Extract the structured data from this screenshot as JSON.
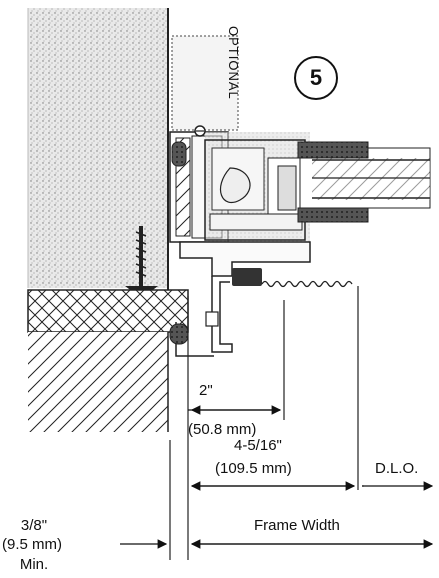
{
  "labels": {
    "optional": "OPTIONAL",
    "detail_number": "5",
    "dim_2in": "2\"",
    "dim_2in_mm": "(50.8 mm)",
    "dim_4_5_16": "4-5/16\"",
    "dim_4_5_16_mm": "(109.5 mm)",
    "dlo": "D.L.O.",
    "dim_3_8": "3/8\"",
    "dim_3_8_mm": "(9.5 mm)",
    "dim_3_8_min": "Min.",
    "frame_width": "Frame Width"
  }
}
